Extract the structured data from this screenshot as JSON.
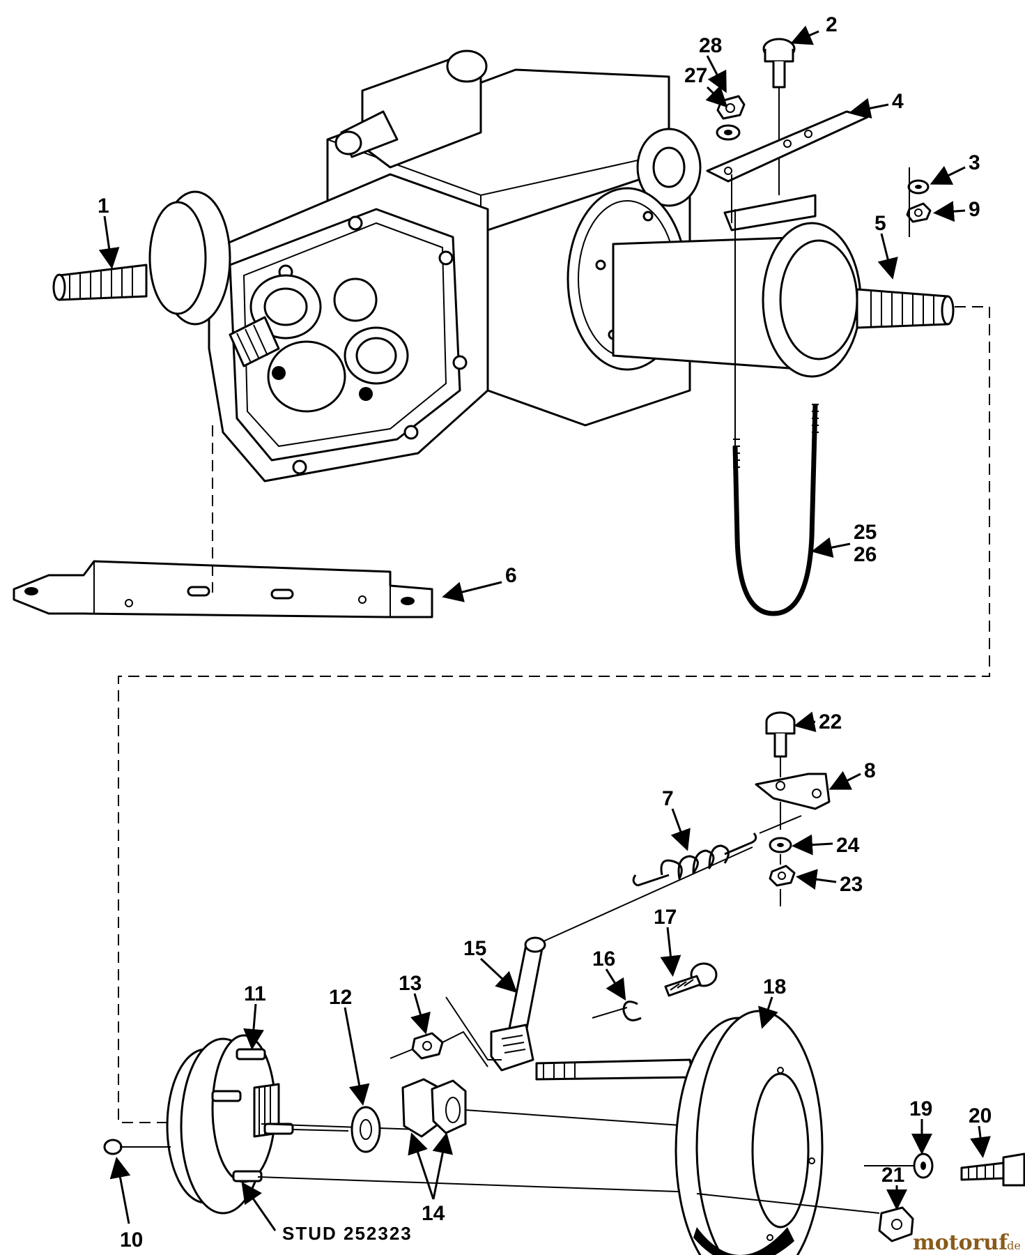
{
  "callouts": {
    "c1": "1",
    "c2": "2",
    "c3": "3",
    "c4": "4",
    "c5": "5",
    "c6": "6",
    "c7": "7",
    "c8": "8",
    "c9": "9",
    "c10": "10",
    "c11": "11",
    "c12": "12",
    "c13": "13",
    "c14": "14",
    "c15": "15",
    "c16": "16",
    "c17": "17",
    "c18": "18",
    "c19": "19",
    "c20": "20",
    "c21": "21",
    "c22": "22",
    "c23": "23",
    "c24": "24",
    "c25": "25",
    "c26": "26",
    "c27": "27",
    "c28": "28"
  },
  "stud_label": "STUD 252323",
  "watermark": {
    "brand": "motoruf",
    "suffix": ".de"
  },
  "colors": {
    "ink": "#000000",
    "paper": "#ffffff",
    "watermark": "#8a5a1a"
  }
}
